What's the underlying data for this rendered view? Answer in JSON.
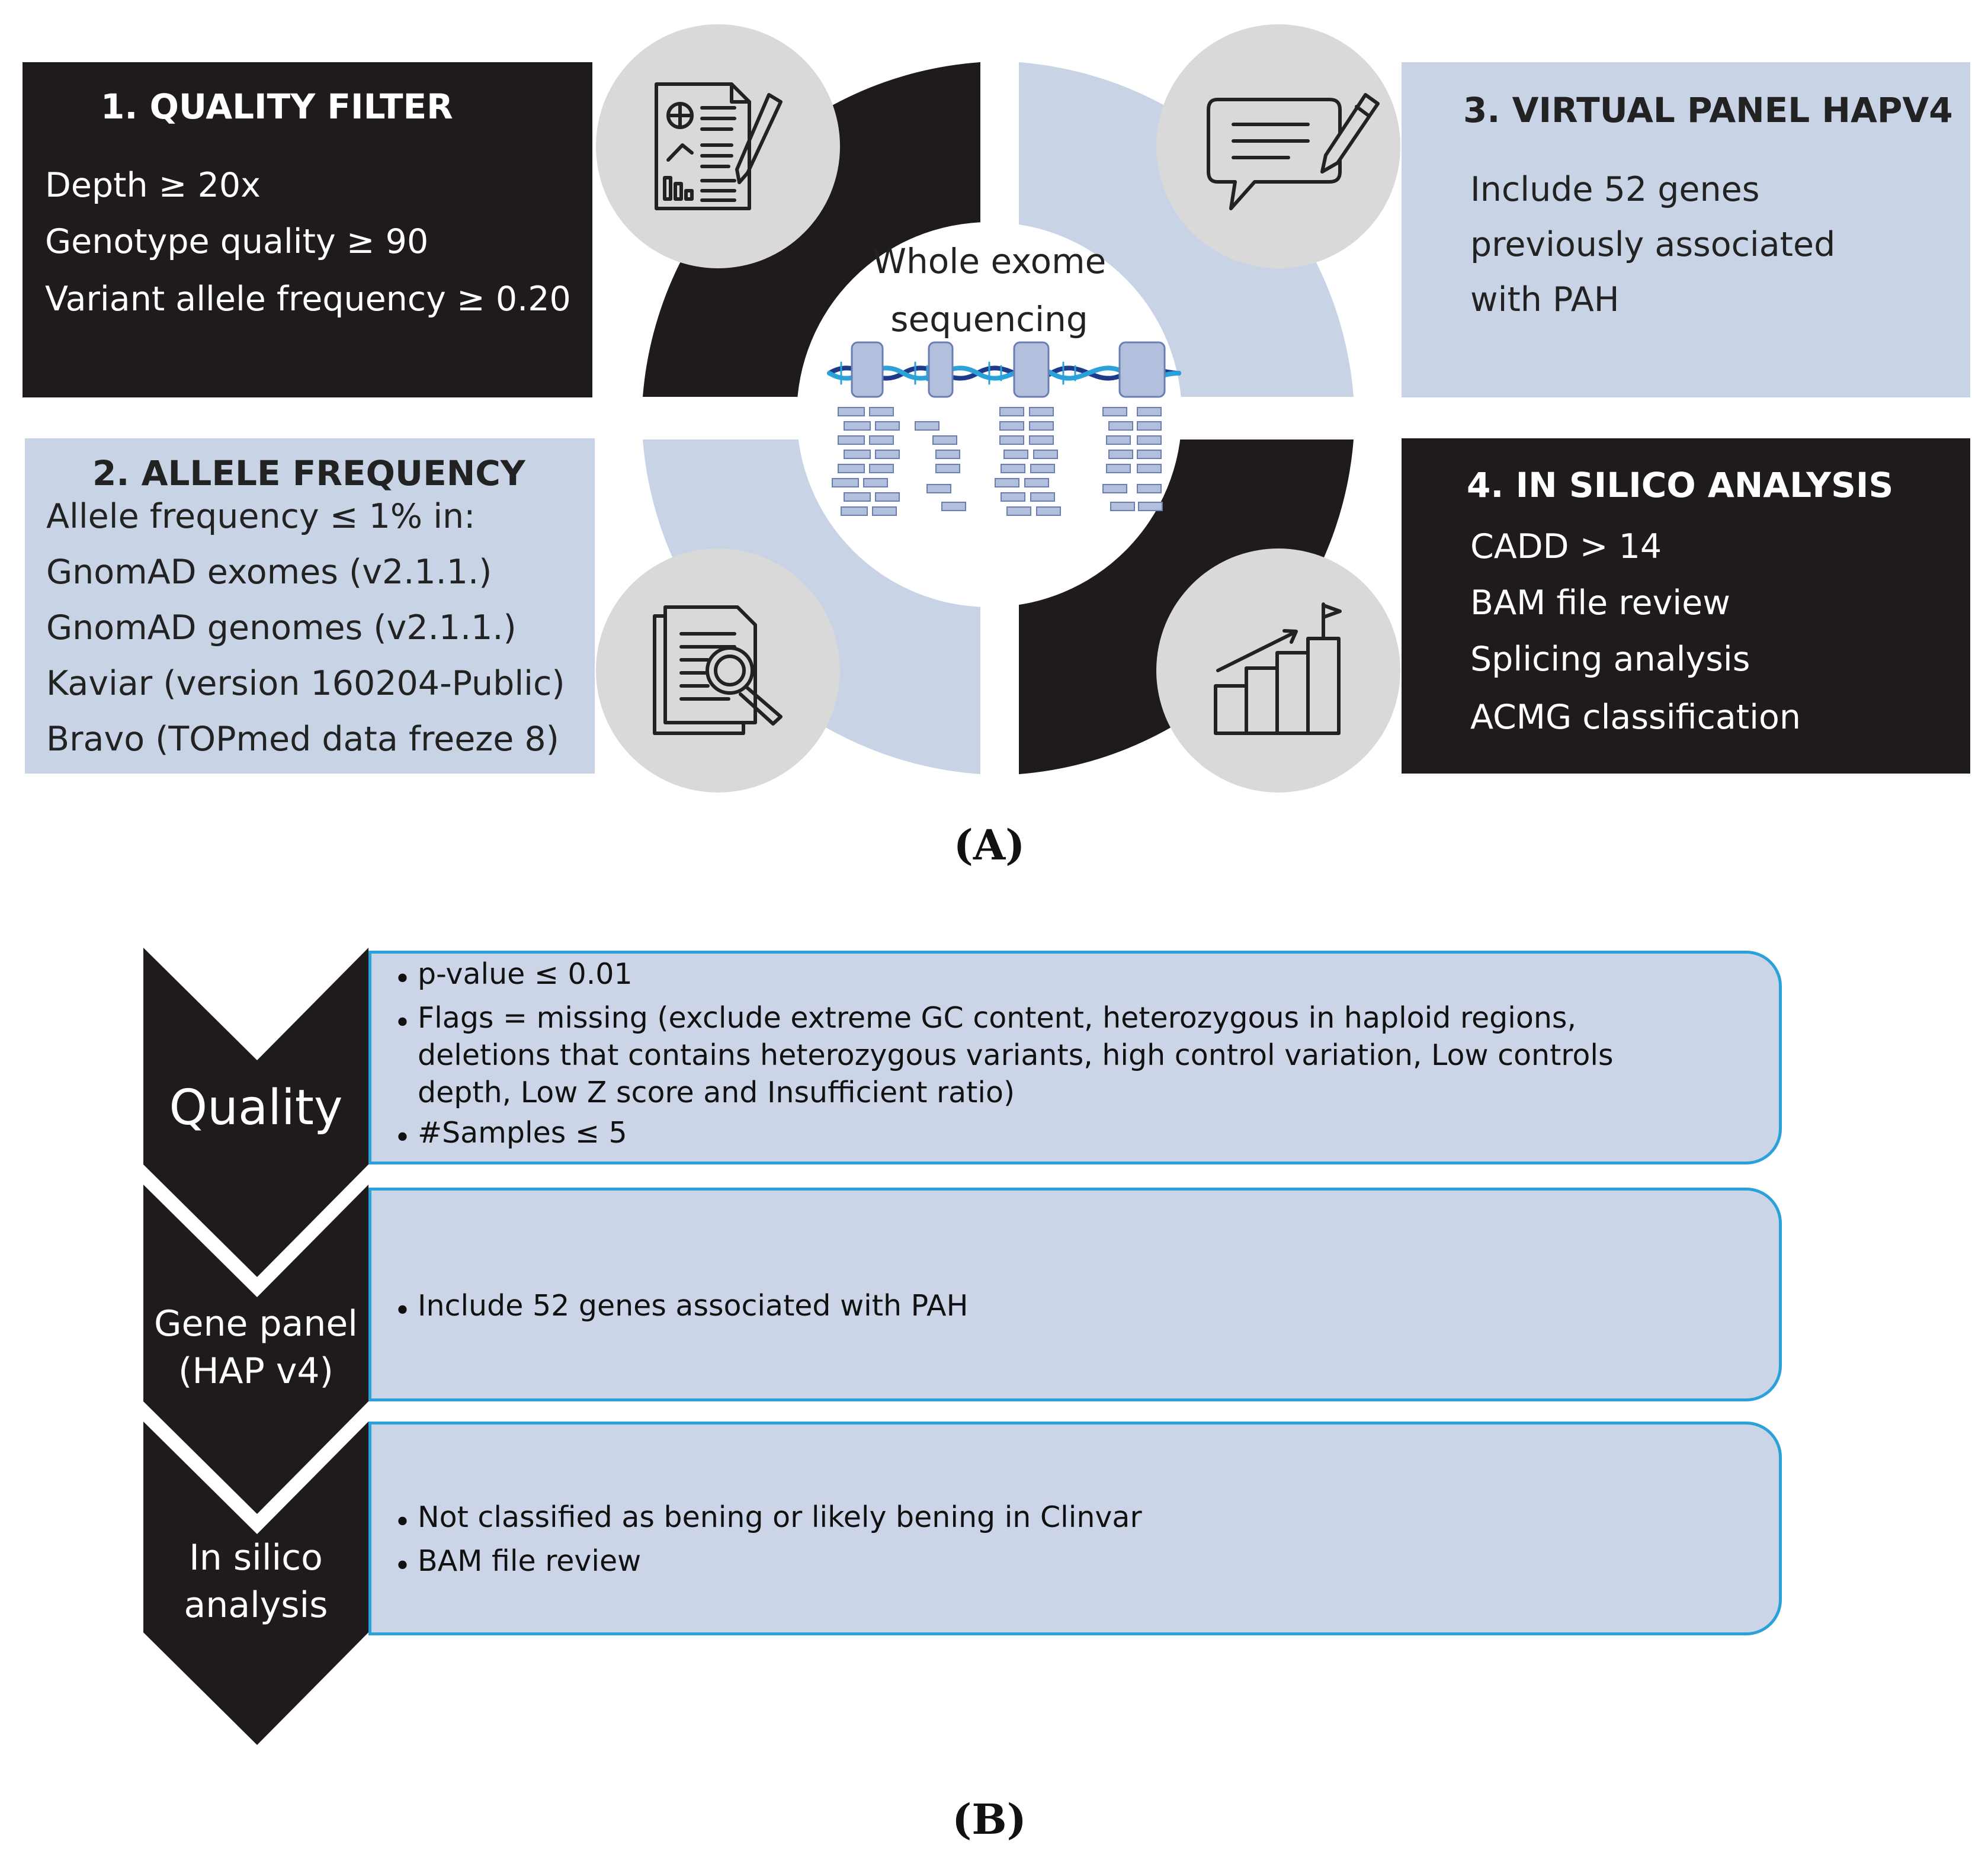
{
  "panel_a": {
    "center": {
      "line1": "Whole exome",
      "line2": "sequencing"
    },
    "box1": {
      "title": "1. QUALITY FILTER",
      "lines": [
        "Depth  ≥ 20x",
        "Genotype quality ≥ 90",
        "Variant allele frequency ≥ 0.20"
      ]
    },
    "box2": {
      "title": "2. ALLELE FREQUENCY",
      "lines": [
        "Allele frequency ≤ 1% in:",
        "GnomAD exomes (v2.1.1.)",
        "GnomAD genomes (v2.1.1.)",
        "Kaviar (version 160204-Public)",
        "Bravo (TOPmed data freeze 8)"
      ]
    },
    "box3": {
      "title": "3. VIRTUAL PANEL HAPV4",
      "lines": [
        "Include 52 genes",
        "previously associated",
        "with PAH"
      ]
    },
    "box4": {
      "title": "4. IN SILICO ANALYSIS",
      "lines": [
        "CADD > 14",
        "BAM file review",
        "Splicing analysis",
        "ACMG classification"
      ]
    },
    "icons": [
      "report-icon",
      "document-search-icon",
      "chat-edit-icon",
      "growth-chart-icon",
      "dna-icon"
    ],
    "colors": {
      "dark": "#1f1b1c",
      "light": "#c9d3e6",
      "icon_circle": "#d9d9d9"
    },
    "caption": "(A)"
  },
  "panel_b": {
    "steps": [
      {
        "label_lines": [
          "Quality"
        ],
        "bullets": [
          "p-value ≤ 0.01",
          "Flags = missing (exclude extreme GC content, heterozygous in haploid regions, deletions that contains heterozygous variants, high control variation, Low controls depth, Low Z score and Insufficient ratio)",
          "#Samples ≤ 5"
        ]
      },
      {
        "label_lines": [
          "Gene panel",
          "(HAP v4)"
        ],
        "bullets": [
          "Include 52 genes associated with PAH"
        ]
      },
      {
        "label_lines": [
          "In silico",
          "analysis"
        ],
        "bullets": [
          "Not classified as bening or likely bening in Clinvar",
          "BAM file review"
        ]
      }
    ],
    "colors": {
      "chevron": "#1f1b1c",
      "box_fill": "#ccd5e7",
      "box_border": "#2aa1d8"
    },
    "caption": "(B)"
  }
}
